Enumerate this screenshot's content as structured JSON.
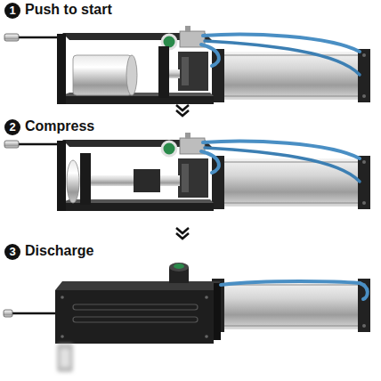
{
  "diagram": {
    "labels": [
      "1",
      "Push to start",
      "2",
      "Compress",
      "3",
      "Discharge"
    ]
  }
}
